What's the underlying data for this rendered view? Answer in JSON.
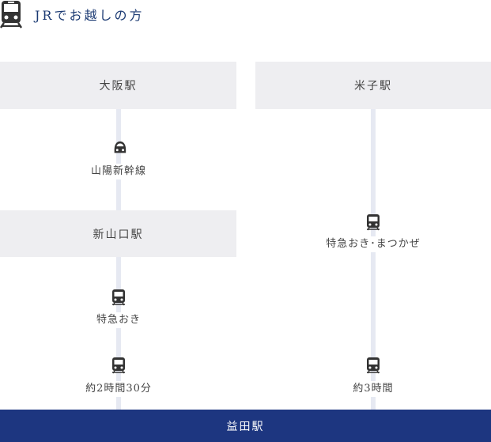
{
  "header": {
    "title": "JRでお越しの方",
    "icon": "train-icon"
  },
  "left_route": {
    "origin": "大阪駅",
    "segment1_label": "山陽新幹線",
    "segment1_icon": "shinkansen-icon",
    "transfer": "新山口駅",
    "segment2_label": "特急おき",
    "segment2_icon": "train-icon",
    "duration_label": "約2時間30分",
    "duration_icon": "train-icon"
  },
  "right_route": {
    "origin": "米子駅",
    "segment_label": "特急おき･まつかぜ",
    "segment_icon": "train-icon",
    "duration_label": "約3時間",
    "duration_icon": "train-icon"
  },
  "destination": "益田駅",
  "colors": {
    "brand": "#1d3680",
    "box": "#eeeef1",
    "line": "#e6e9f2"
  }
}
